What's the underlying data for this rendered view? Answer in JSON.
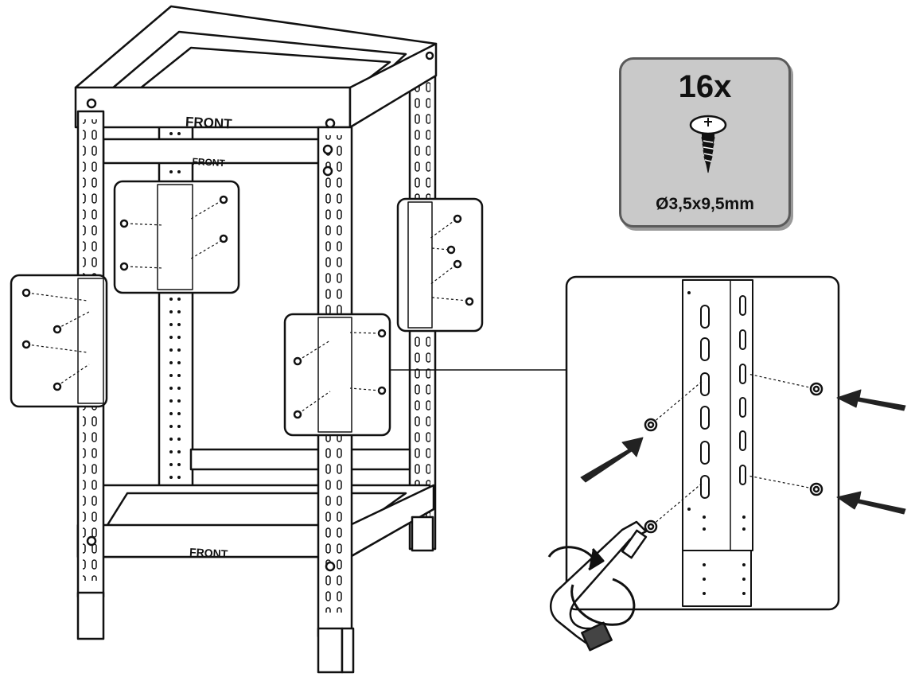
{
  "labels": {
    "front_top": "FRONT",
    "front_upper_bar": "FRONT",
    "front_bottom": "FRONT"
  },
  "part_box": {
    "quantity": "16x",
    "size": "Ø3,5x9,5mm"
  },
  "icons": [
    "screw-icon",
    "hex-key-icon",
    "push-arrow-icon",
    "rotate-arrow-icon"
  ],
  "colors": {
    "line": "#111111",
    "part_box_fill": "#c9c9c9",
    "part_box_border": "#5a5a5a"
  }
}
